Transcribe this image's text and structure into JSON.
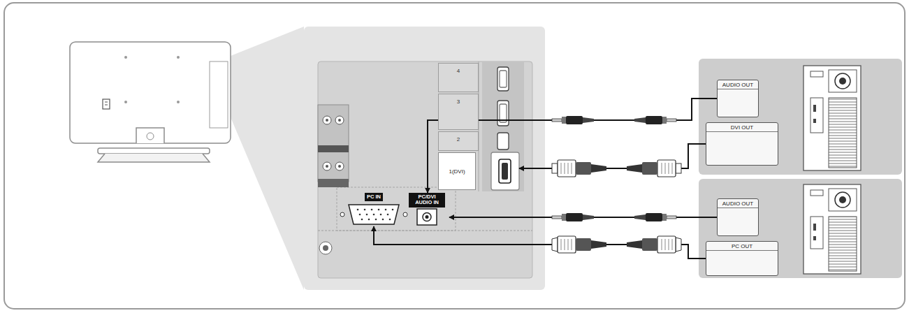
{
  "diagram": {
    "nodes": [
      {
        "text": [
          "4"
        ]
      },
      {
        "text": [
          "3"
        ]
      },
      {
        "text": [
          "2"
        ]
      },
      {
        "text": [
          "1(DVI)"
        ]
      },
      {
        "text": [
          "PC IN"
        ]
      },
      {
        "text": [
          "PC/DVI AUDIO IN"
        ]
      },
      {
        "text": [
          "AUDIO OUT"
        ]
      },
      {
        "text": [
          "DVI OUT"
        ]
      },
      {
        "text": [
          "AUDIO OUT"
        ]
      },
      {
        "text": [
          "PC OUT"
        ]
      }
    ],
    "edges": [
      {
        "from": 6,
        "to": 5,
        "arrow": "to"
      },
      {
        "from": 7,
        "to": 3,
        "arrow": "to"
      },
      {
        "from": 8,
        "to": 5,
        "arrow": "to"
      },
      {
        "from": 9,
        "to": 4,
        "arrow": "to"
      }
    ]
  }
}
